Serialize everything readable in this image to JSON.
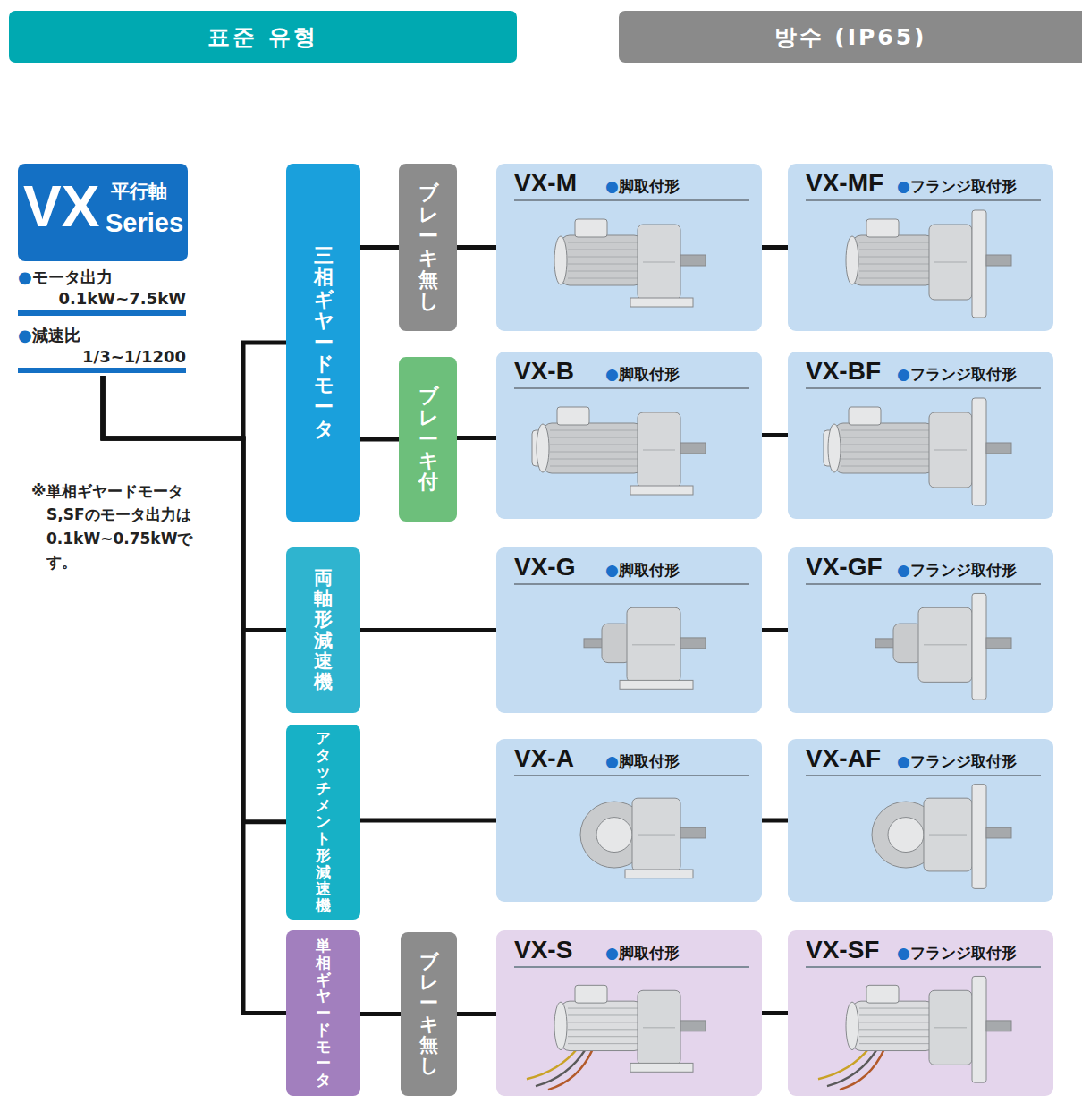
{
  "diagram": {
    "nodes": [
      {
        "text": [
          "표준 유형"
        ]
      },
      {
        "text": [
          "방수 (IP65)"
        ]
      },
      {
        "text": [
          "VX",
          "平行軸",
          "Series",
          "●モータ出力 0.1kW~7.5kW",
          "●減速比 1/3~1/1200"
        ]
      },
      {
        "text": [
          "三相ギヤードモータ"
        ]
      },
      {
        "text": [
          "ブレーキ無し"
        ]
      },
      {
        "text": [
          "ブレーキ付"
        ]
      },
      {
        "text": [
          "両軸形減速機"
        ]
      },
      {
        "text": [
          "アタッチメント形減速機"
        ]
      },
      {
        "text": [
          "単相ギヤードモータ"
        ]
      },
      {
        "text": [
          "ブレーキ無し"
        ]
      },
      {
        "text": [
          "VX-M",
          "●脚取付形"
        ]
      },
      {
        "text": [
          "VX-MF",
          "●フランジ取付形"
        ]
      },
      {
        "text": [
          "VX-B",
          "●脚取付形"
        ]
      },
      {
        "text": [
          "VX-BF",
          "●フランジ取付形"
        ]
      },
      {
        "text": [
          "VX-G",
          "●脚取付形"
        ]
      },
      {
        "text": [
          "VX-GF",
          "●フランジ取付形"
        ]
      },
      {
        "text": [
          "VX-A",
          "●脚取付形"
        ]
      },
      {
        "text": [
          "VX-AF",
          "●フランジ取付形"
        ]
      },
      {
        "text": [
          "VX-S",
          "●脚取付形"
        ]
      },
      {
        "text": [
          "VX-SF",
          "●フランジ取付形"
        ]
      }
    ],
    "edges": [
      {
        "from": 2,
        "to": 3,
        "arrow": "none"
      },
      {
        "from": 2,
        "to": 6,
        "arrow": "none"
      },
      {
        "from": 2,
        "to": 7,
        "arrow": "none"
      },
      {
        "from": 2,
        "to": 8,
        "arrow": "none"
      },
      {
        "from": 3,
        "to": 4,
        "arrow": "none"
      },
      {
        "from": 3,
        "to": 5,
        "arrow": "none"
      },
      {
        "from": 4,
        "to": 10,
        "arrow": "none"
      },
      {
        "from": 10,
        "to": 11,
        "arrow": "none"
      },
      {
        "from": 5,
        "to": 12,
        "arrow": "none"
      },
      {
        "from": 12,
        "to": 13,
        "arrow": "none"
      },
      {
        "from": 6,
        "to": 14,
        "arrow": "none"
      },
      {
        "from": 14,
        "to": 15,
        "arrow": "none"
      },
      {
        "from": 7,
        "to": 16,
        "arrow": "none"
      },
      {
        "from": 16,
        "to": 17,
        "arrow": "none"
      },
      {
        "from": 8,
        "to": 9,
        "arrow": "none"
      },
      {
        "from": 9,
        "to": 18,
        "arrow": "none"
      },
      {
        "from": 18,
        "to": 19,
        "arrow": "none"
      }
    ],
    "labels": [
      "※単相ギヤードモータ S,SFのモータ出力は 0.1kW~0.75kWです。"
    ]
  }
}
